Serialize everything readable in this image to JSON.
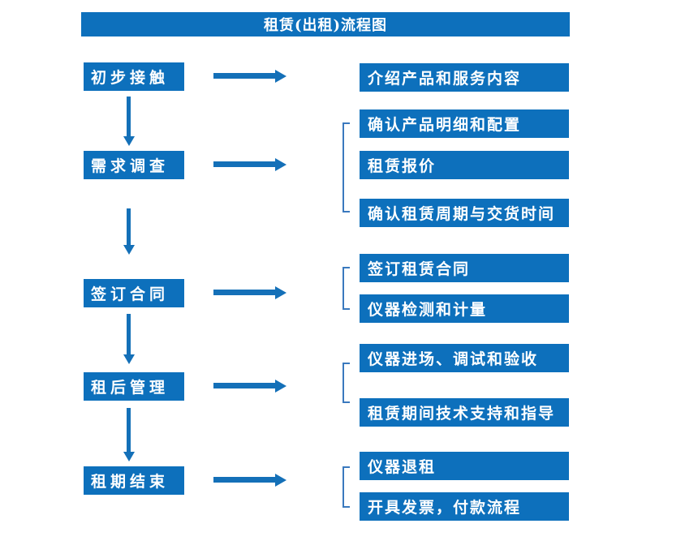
{
  "title": "租赁(出租)流程图",
  "colors": {
    "box_blue": "#0D70BC",
    "arrow_blue": "#1470B8",
    "bracket_blue": "#3A79BE",
    "text_white": "#FFFFFF"
  },
  "stages": [
    {
      "label": "初步接触"
    },
    {
      "label": "需求调查"
    },
    {
      "label": "签订合同"
    },
    {
      "label": "租后管理"
    },
    {
      "label": "租期结束"
    }
  ],
  "details": [
    {
      "label": "介绍产品和服务内容"
    },
    {
      "label": "确认产品明细和配置"
    },
    {
      "label": "租赁报价"
    },
    {
      "label": "确认租赁周期与交货时间"
    },
    {
      "label": "签订租赁合同"
    },
    {
      "label": "仪器检测和计量"
    },
    {
      "label": "仪器进场、调试和验收"
    },
    {
      "label": "租赁期间技术支持和指导"
    },
    {
      "label": "仪器退租"
    },
    {
      "label": "开具发票，付款流程"
    }
  ]
}
